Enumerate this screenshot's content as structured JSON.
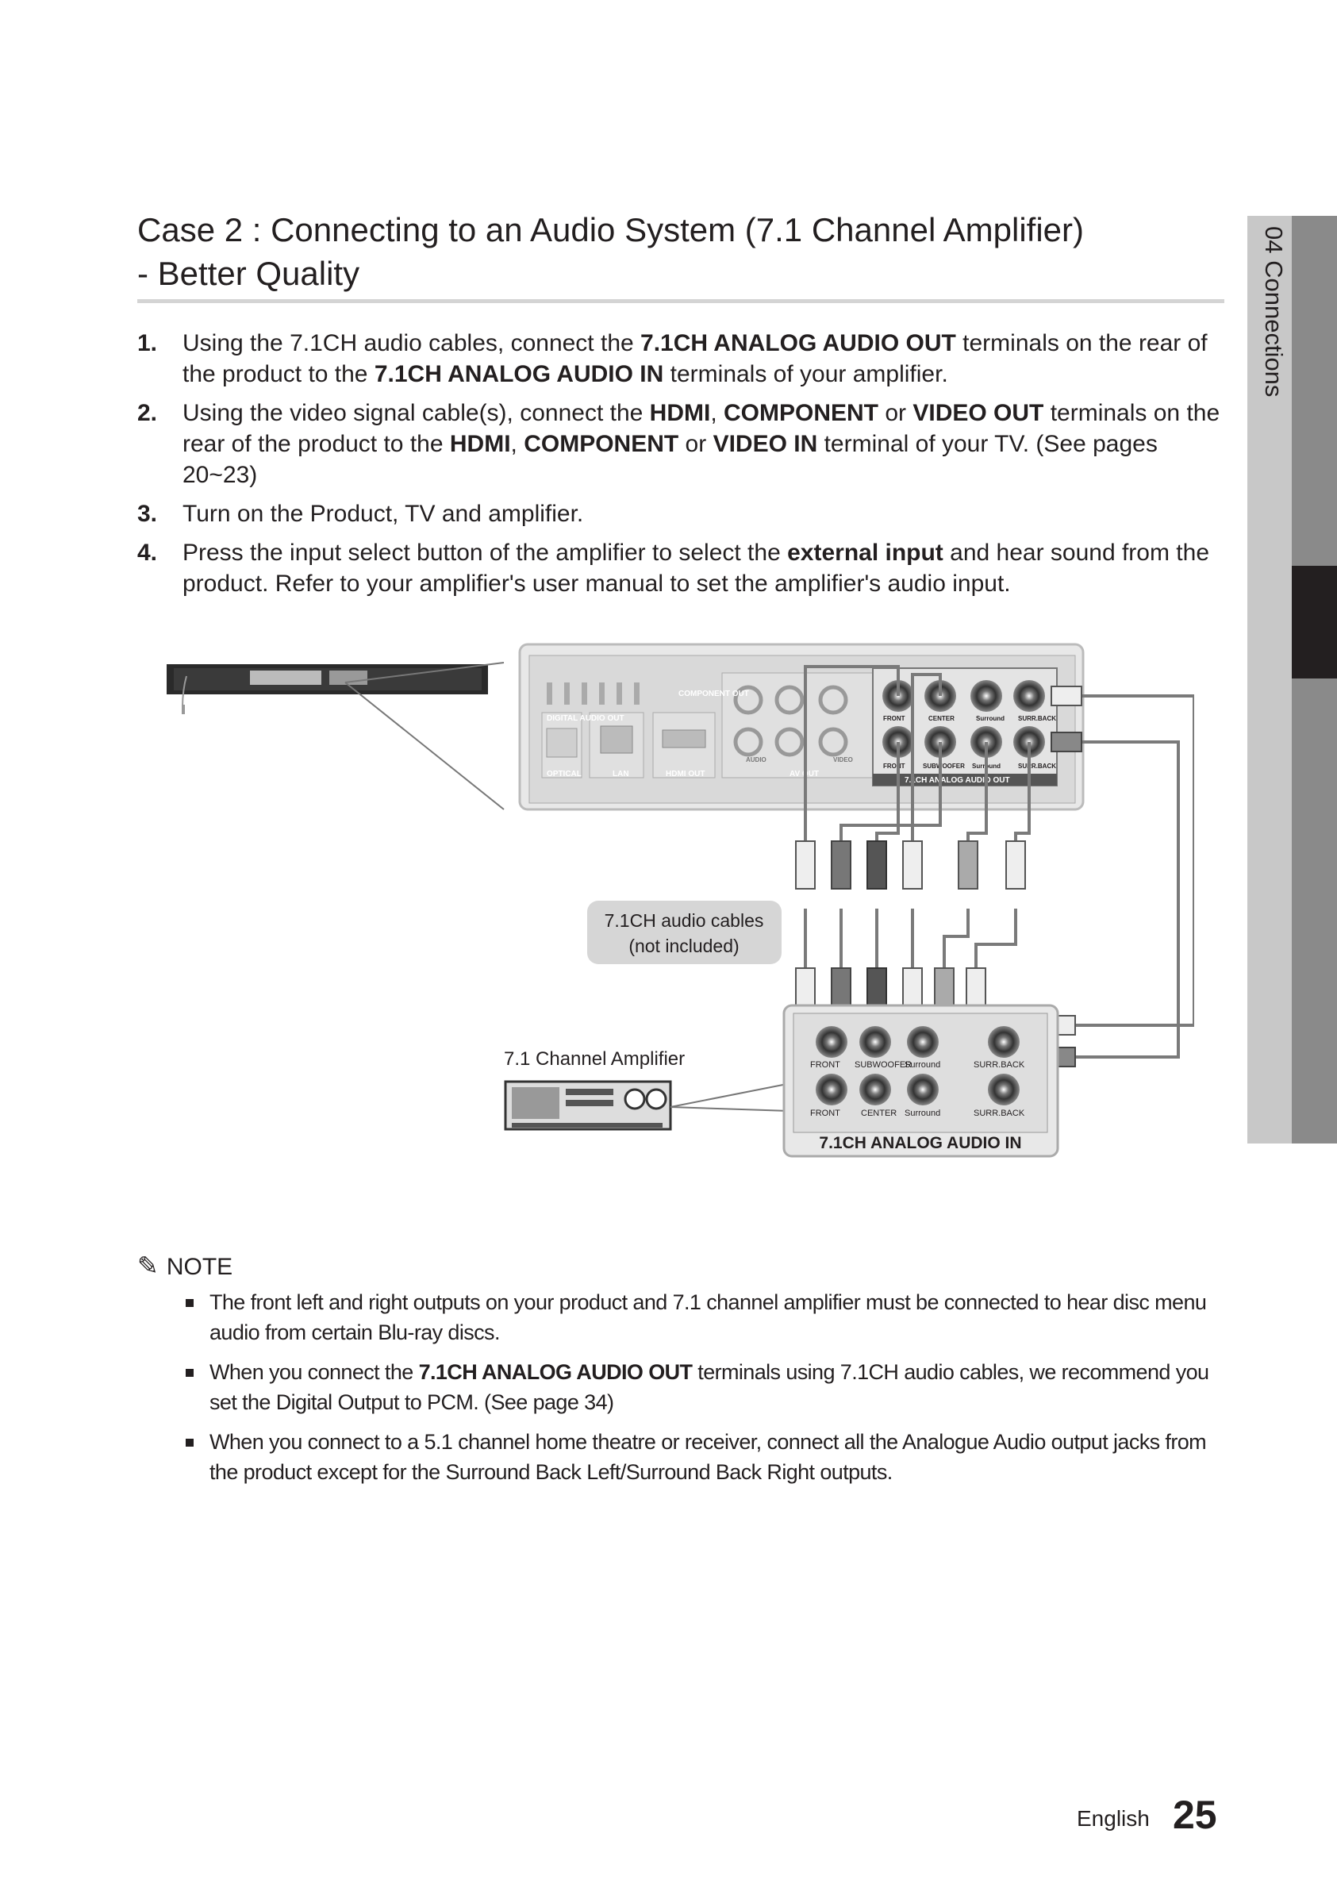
{
  "title": {
    "line1": "Case 2 : Connecting to an Audio System (7.1 Channel Amplifier)",
    "line2": "- Better Quality"
  },
  "side_tab": "04  Connections",
  "steps": [
    {
      "num": "1.",
      "parts": [
        "Using the 7.1CH audio cables, connect the ",
        "7.1CH ANALOG AUDIO OUT",
        " terminals on the rear of the product to the ",
        "7.1CH ANALOG AUDIO IN",
        " terminals of your amplifier."
      ]
    },
    {
      "num": "2.",
      "parts": [
        "Using the video signal cable(s), connect the ",
        "HDMI",
        ", ",
        "COMPONENT",
        " or ",
        "VIDEO OUT",
        " terminals on the rear of the product to the ",
        "HDMI",
        ", ",
        "COMPONENT",
        " or ",
        "VIDEO IN",
        " terminal of your TV. (See pages 20~23)"
      ]
    },
    {
      "num": "3.",
      "parts": [
        "Turn on the Product, TV and amplifier."
      ]
    },
    {
      "num": "4.",
      "parts": [
        "Press the input select button of the amplifier to select the ",
        "external input",
        " and hear sound from the product. Refer to your amplifier's user manual to set the amplifier's audio input."
      ]
    }
  ],
  "diagram": {
    "panel_labels": {
      "digital_audio_out": "DIGITAL AUDIO OUT",
      "optical": "OPTICAL",
      "lan": "LAN",
      "hdmi_out": "HDMI OUT",
      "component_out": "COMPONENT OUT",
      "av_out": "AV OUT",
      "audio": "AUDIO",
      "video": "VIDEO",
      "analog_out": "7.1CH ANALOG AUDIO OUT",
      "out_top": [
        "FRONT",
        "CENTER",
        "Surround",
        "SURR.BACK"
      ],
      "out_bottom": [
        "FRONT",
        "SUBWOOFER",
        "Surround",
        "SURR.BACK"
      ]
    },
    "cables_label": [
      "7.1CH audio cables",
      "(not included)"
    ],
    "amplifier_label": "7.1 Channel Amplifier",
    "amp_panel": {
      "top": [
        "FRONT",
        "SUBWOOFER",
        "Surround",
        "SURR.BACK"
      ],
      "bottom": [
        "FRONT",
        "CENTER",
        "Surround",
        "SURR.BACK"
      ],
      "title": "7.1CH ANALOG AUDIO IN"
    }
  },
  "note": {
    "heading": "NOTE",
    "items": [
      {
        "parts": [
          "The front left and right outputs on your product and 7.1 channel amplifier must be connected to hear disc menu audio from certain Blu-ray discs."
        ]
      },
      {
        "parts": [
          "When you connect the ",
          "7.1CH ANALOG AUDIO OUT",
          " terminals using 7.1CH audio cables, we recommend you set the Digital Output to PCM. (See page 34)"
        ]
      },
      {
        "parts": [
          "When you connect to a 5.1 channel home theatre or receiver, connect all the Analogue Audio output jacks from the product except for the Surround Back Left/Surround Back Right outputs."
        ]
      }
    ]
  },
  "footer": {
    "language": "English",
    "page": "25"
  }
}
